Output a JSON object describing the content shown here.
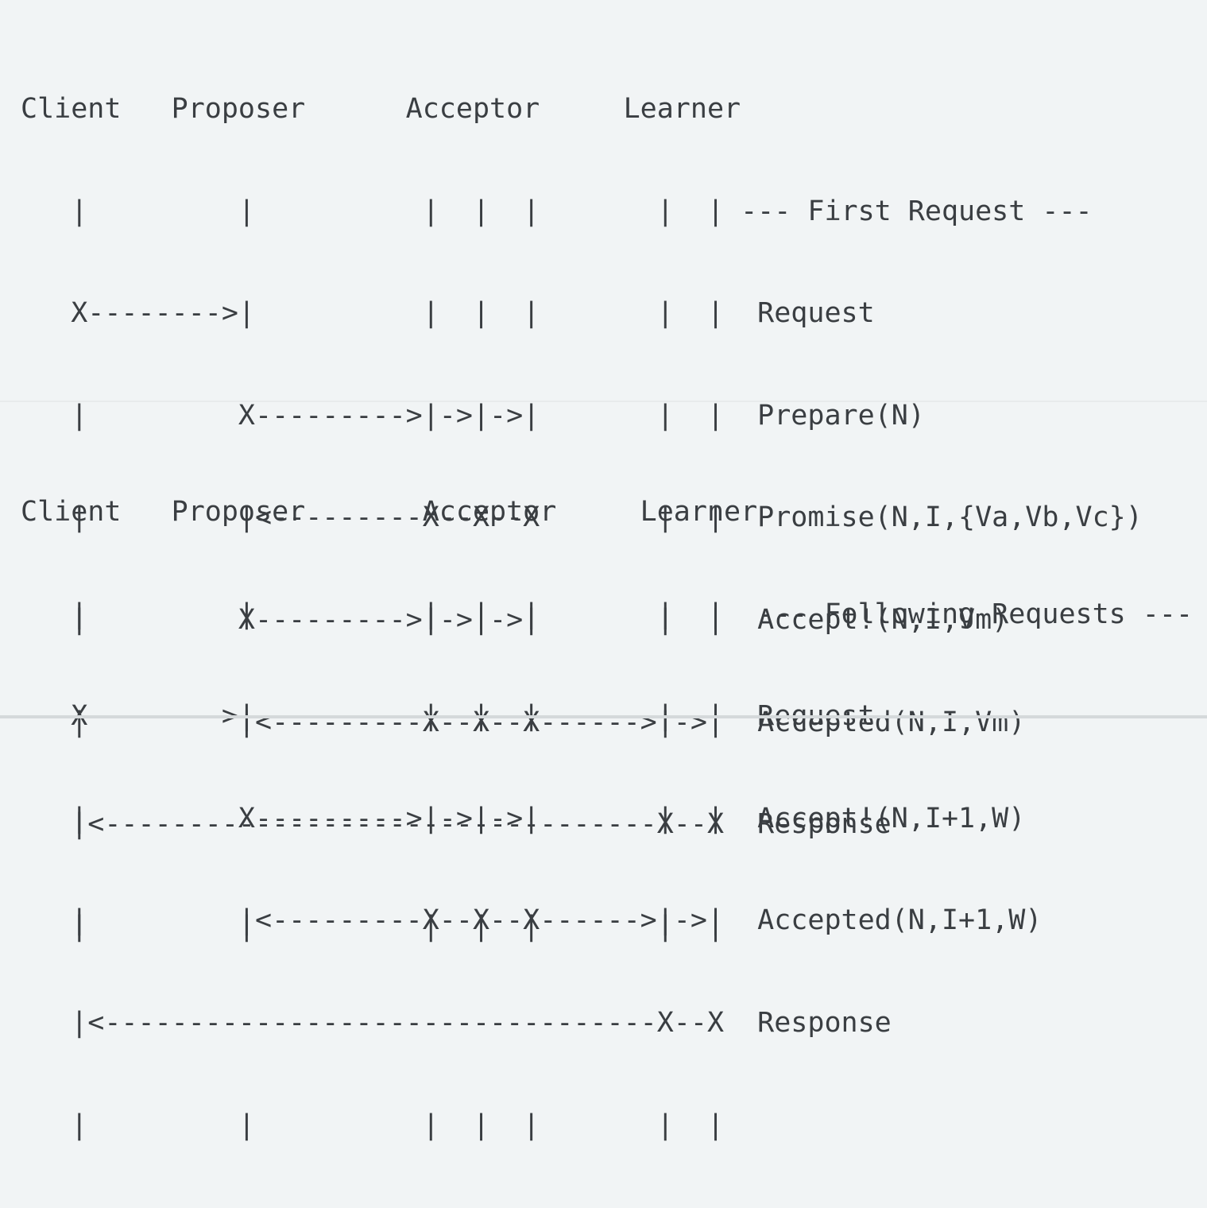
{
  "colors": {
    "background": "#f1f4f5",
    "text": "#3a3e42",
    "divider": "#e8ebec",
    "bottom_edge": "#d5d9db"
  },
  "first_request": {
    "actors": [
      "Client",
      "Proposer",
      "Acceptor",
      "Learner"
    ],
    "label": "--- First Request ---",
    "messages": [
      "Request",
      "Prepare(N)",
      "Promise(N,I,{Va,Vb,Vc})",
      "Accept!(N,I,Vm)",
      "Accepted(N,I,Vm)",
      "Response"
    ],
    "lines": [
      "Client   Proposer      Acceptor     Learner",
      "   |         |          |  |  |       |  | --- First Request ---",
      "   X-------->|          |  |  |       |  |  Request",
      "   |         X--------->|->|->|       |  |  Prepare(N)",
      "   |         |<---------X--X--X       |  |  Promise(N,I,{Va,Vb,Vc})",
      "   |         X--------->|->|->|       |  |  Accept!(N,I,Vm)",
      "   |         |<---------X--X--X------>|->|  Accepted(N,I,Vm)",
      "   |<---------------------------------X--X  Response",
      "   |         |          |  |  |       |  |"
    ]
  },
  "following_requests": {
    "actors": [
      "Client",
      "Proposer",
      "Acceptor",
      "Learner"
    ],
    "label": "--- Following Requests ---",
    "messages": [
      "Request",
      "Accept!(N,I+1,W)",
      "Accepted(N,I+1,W)",
      "Response"
    ],
    "lines": [
      "Client   Proposer       Acceptor     Learner",
      "   |         |          |  |  |       |  |  --- Following Requests ---",
      "   X-------->|          |  |  |       |  |  Request",
      "   |         X--------->|->|->|       |  |  Accept!(N,I+1,W)",
      "   |         |<---------X--X--X------>|->|  Accepted(N,I+1,W)",
      "   |<---------------------------------X--X  Response",
      "   |         |          |  |  |       |  |"
    ]
  }
}
